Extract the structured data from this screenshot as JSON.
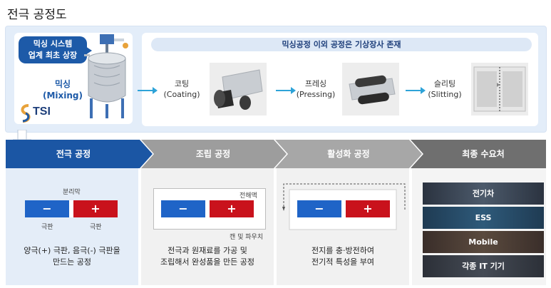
{
  "title": "전극 공정도",
  "top": {
    "mixing_badge_line1": "믹싱 시스템",
    "mixing_badge_line2": "업계 최초 상장",
    "mixing_label": "믹싱",
    "mixing_label_en": "(Mixing)",
    "logo_text": "TSI",
    "banner": "믹싱공정 이외 공정은 기상장사 존재",
    "steps": [
      {
        "name": "코팅",
        "en": "(Coating)"
      },
      {
        "name": "프레싱",
        "en": "(Pressing)"
      },
      {
        "name": "슬리팅",
        "en": "(Slitting)"
      }
    ]
  },
  "stages": [
    {
      "label": "전극 공정",
      "desc_line1": "양극(+) 극판, 음극(-) 극판을",
      "desc_line2": "만드는 공정"
    },
    {
      "label": "조립 공정",
      "desc_line1": "전극과 원재료를 가공 및",
      "desc_line2": "조립해서 완성품을 만든 공정"
    },
    {
      "label": "활성화 공정",
      "desc_line1": "전지를 충·방전하여",
      "desc_line2": "전기적 특성을 부여"
    },
    {
      "label": "최종 수요처"
    }
  ],
  "electrode": {
    "separator": "분리막",
    "left_label": "극판",
    "right_label": "극판",
    "minus": "−",
    "plus": "+"
  },
  "assembly": {
    "electrolyte": "전해액",
    "can_pouch": "캔 및 파우치"
  },
  "destinations": [
    "전기차",
    "ESS",
    "Mobile",
    "각종 IT 기기"
  ],
  "colors": {
    "primary_blue": "#1d5aa8",
    "stage_active": "#1b56a4",
    "stage_inactive": "#9d9d9d",
    "stage_final": "#6f6f6f",
    "anode": "#1f64c7",
    "cathode": "#c9121c",
    "accent_arrow": "#2ea3d8"
  }
}
